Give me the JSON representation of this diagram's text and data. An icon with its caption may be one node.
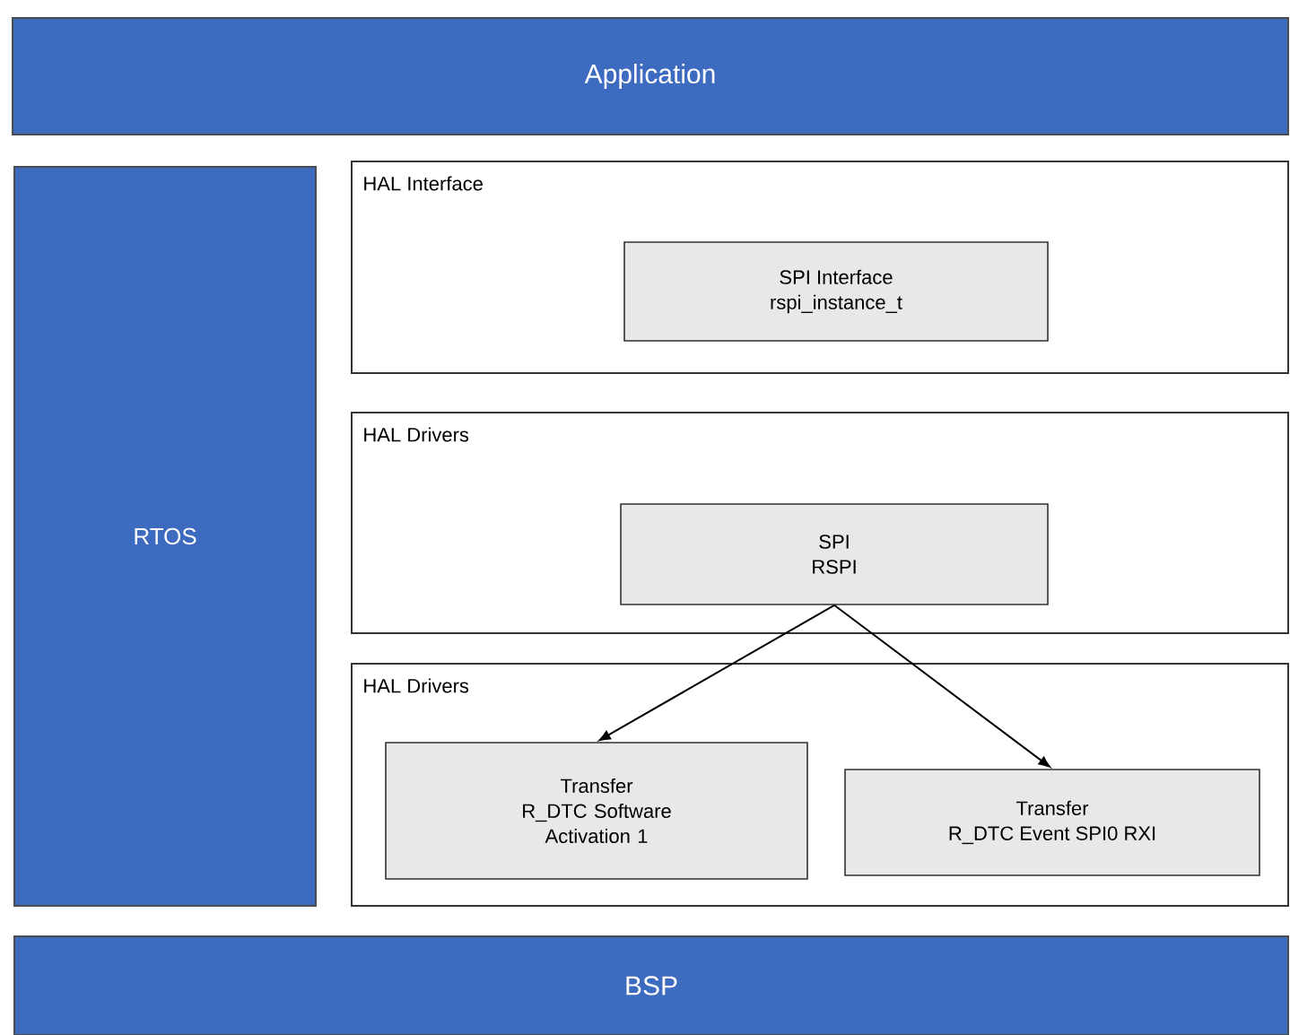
{
  "diagram": {
    "nodes": [
      {
        "text": [
          "Application"
        ]
      },
      {
        "text": [
          "RTOS"
        ]
      },
      {
        "text": [
          "HAL Interface"
        ]
      },
      {
        "text": [
          "SPI Interface",
          "rspi_instance_t"
        ],
        "in": 2
      },
      {
        "text": [
          "HAL Drivers"
        ]
      },
      {
        "text": [
          "SPI",
          "RSPI"
        ],
        "in": 4
      },
      {
        "text": [
          "HAL Drivers"
        ]
      },
      {
        "text": [
          "Transfer",
          "R_DTC Software Activation 1"
        ],
        "in": 6
      },
      {
        "text": [
          "Transfer",
          "R_DTC Event SPI0 RXI"
        ],
        "in": 6
      },
      {
        "text": [
          "BSP"
        ]
      }
    ],
    "edges": [
      {
        "from": 5,
        "to": 7,
        "arrow": "to"
      },
      {
        "from": 5,
        "to": 8,
        "arrow": "to"
      }
    ]
  }
}
